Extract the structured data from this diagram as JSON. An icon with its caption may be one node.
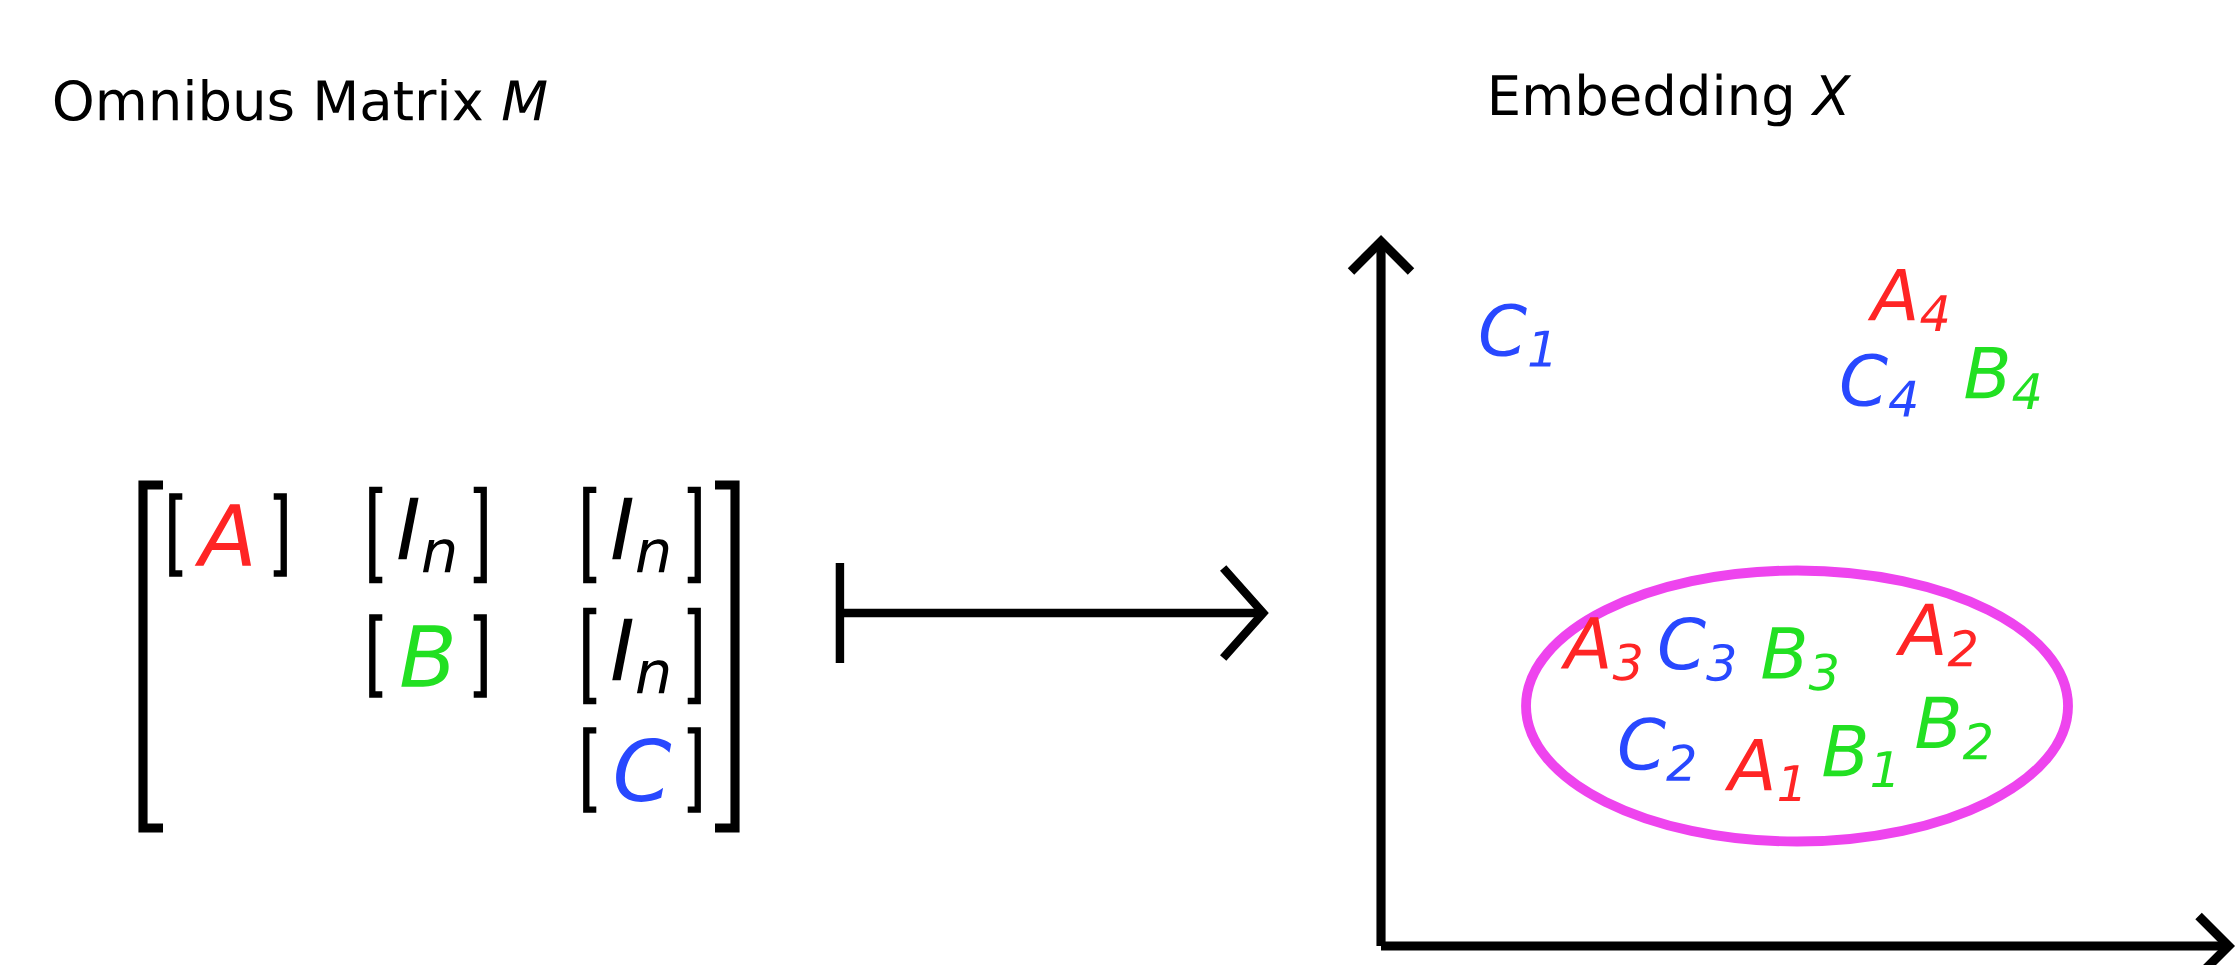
{
  "diagram": {
    "nodes": [
      {
        "text": [
          "A",
          "I$_{n}$",
          "I$_{n}$",
          "B",
          "I$_{n}$",
          "C"
        ]
      },
      {
        "text": [
          "C$_{1}$",
          "A$_{4}$",
          "C$_{4}$",
          "B$_{4}$"
        ]
      },
      {
        "text": [
          "A$_{3}$",
          "C$_{3}$",
          "B$_{3}$",
          "A$_{2}$",
          "C$_{2}$",
          "A$_{1}$",
          "B$_{1}$",
          "B$_{2}$"
        ],
        "in": 1
      }
    ],
    "edges": [
      {
        "from": 0,
        "to": 1,
        "arrow": "to"
      }
    ],
    "labels": [
      "Omnibus Matrix *M*",
      "Embedding *X*"
    ]
  }
}
